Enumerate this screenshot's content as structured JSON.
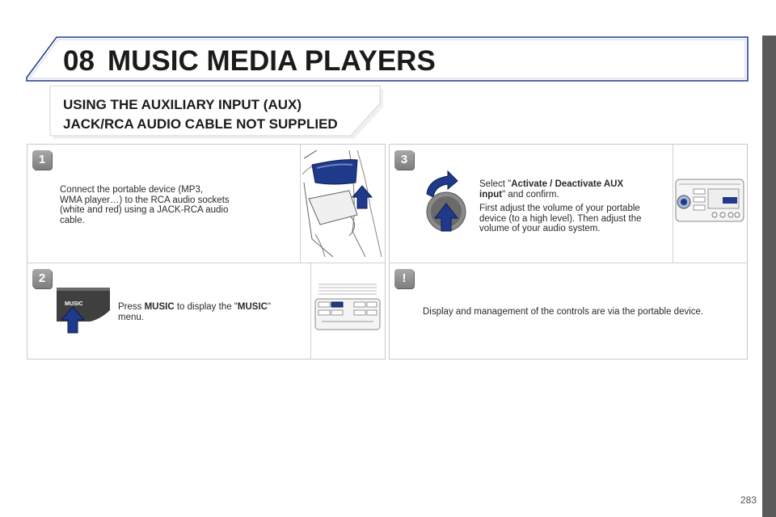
{
  "header": {
    "chapter_number": "08",
    "chapter_title": "MUSIC MEDIA PLAYERS",
    "section_title_line1": "USING THE AUXILIARY INPUT (AUX)",
    "section_title_line2": "JACK/RCA AUDIO CABLE NOT SUPPLIED"
  },
  "steps": [
    {
      "badge": "1",
      "text": "Connect the portable device (MP3, WMA player…) to the RCA audio sockets (white and red) using a JACK-RCA audio cable.",
      "line1": "Connect the portable device (MP3,",
      "line2": "WMA player…) to the RCA audio sockets",
      "line3": "(white and red) using a JACK-RCA audio",
      "line4": "cable."
    },
    {
      "badge": "2",
      "pre": "Press ",
      "bold1": "MUSIC",
      "mid": " to display the \"",
      "bold2": "MUSIC",
      "post": "\"",
      "line2": "menu.",
      "button_label": "MUSIC"
    },
    {
      "badge": "3",
      "pre": "Select \"",
      "bold1": "Activate / Deactivate AUX",
      "bold2": "input",
      "post": "\" and confirm.",
      "para2_line1": "First adjust the volume of your portable",
      "para2_line2": "device (to a high level). Then adjust the",
      "para2_line3": "volume of your audio system."
    },
    {
      "badge": "!",
      "text": "Display and management of the controls are via the portable device."
    }
  ],
  "page_number": "283",
  "colors": {
    "accent_blue": "#1f3a8a",
    "header_outline": "#1f3a8a",
    "panel_border": "#c9c9c9",
    "side_bar": "#5a5a5a"
  }
}
